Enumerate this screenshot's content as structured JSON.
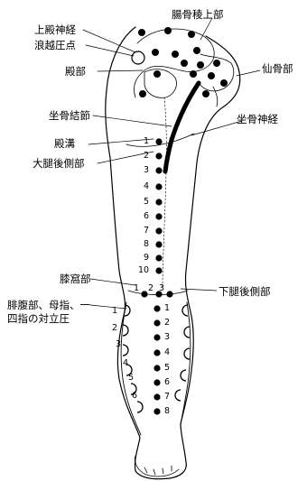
{
  "labels": {
    "iliac_crest_upper": "腸骨稜上部",
    "superior_gluteal_nerve": "上殿神経",
    "namikoshi_point": "浪越圧点",
    "gluteal": "殿部",
    "sacral": "仙骨部",
    "sacrotuberous_lig": "坐骨結節",
    "sciatic_nerve": "坐骨神経",
    "gluteal_fold": "殿溝",
    "posterior_thigh": "大腿後側部",
    "popliteal": "膝窩部",
    "posterior_leg": "下腿後側部",
    "calf_line1": "腓腹部、母指、一",
    "calf_line2": "四指の対立圧"
  },
  "thigh_points": [
    "1",
    "2",
    "3",
    "4",
    "5",
    "6",
    "7",
    "8",
    "9",
    "10"
  ],
  "popliteal_points": [
    "1",
    "2",
    "3"
  ],
  "leg_center_points": [
    "1",
    "2",
    "3",
    "4",
    "5",
    "6",
    "7",
    "8"
  ],
  "leg_left_points": [
    "1",
    "2",
    "3",
    "4",
    "5",
    "6"
  ]
}
